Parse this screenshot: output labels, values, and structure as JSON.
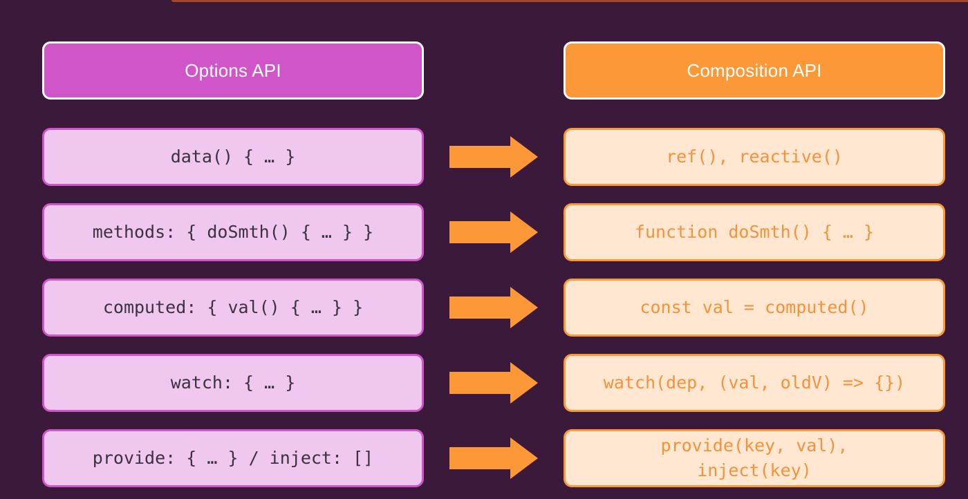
{
  "headers": {
    "left": "Options API",
    "right": "Composition API"
  },
  "rows": [
    {
      "options": "data() { … }",
      "composition": "ref(), reactive()"
    },
    {
      "options": "methods: { doSmth() { … } }",
      "composition": "function doSmth() { … }"
    },
    {
      "options": "computed: { val() { … } }",
      "composition": "const val = computed()"
    },
    {
      "options": "watch: { … }",
      "composition": "watch(dep, (val, oldV) => {})"
    },
    {
      "options": "provide: { … } / inject: []",
      "composition": "provide(key, val),\ninject(key)"
    }
  ],
  "colors": {
    "background": "#3b193b",
    "options_accent": "#d055c9",
    "options_fill": "#f0c7ee",
    "composition_accent": "#fc9838",
    "composition_fill": "#ffe7d2",
    "arrow": "#fc9838"
  },
  "icons": {
    "connector": "right-arrow-icon"
  }
}
